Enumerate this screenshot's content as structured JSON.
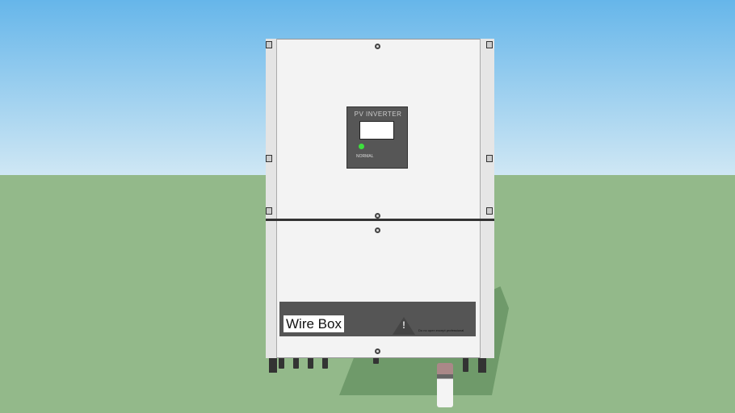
{
  "scene": {
    "sky_color": "#66b6ea",
    "ground_color": "#93b98a"
  },
  "inverter": {
    "display_title": "PV INVERTER",
    "status_text": "NORMAL",
    "led_color": "#3de03d",
    "label": "Wire Box",
    "warning_text": "Do no open except professional",
    "warning_icon": "warning-triangle-icon"
  }
}
